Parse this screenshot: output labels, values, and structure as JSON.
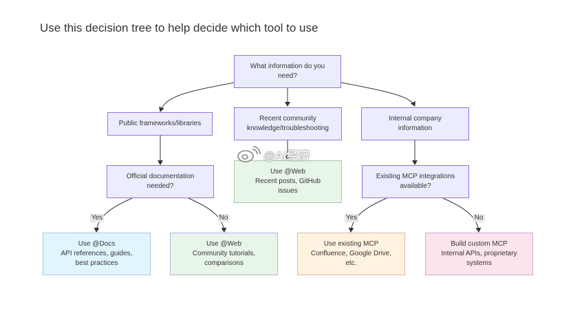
{
  "title": "Use this decision tree to help decide which tool to use",
  "nodes": {
    "root": [
      "What information do you",
      "need?"
    ],
    "public": [
      "Public frameworks/libraries"
    ],
    "recent": [
      "Recent community",
      "knowledge/troubleshooting"
    ],
    "internal": [
      "Internal company",
      "information"
    ],
    "official": [
      "Official documentation",
      "needed?"
    ],
    "web_recent": [
      "Use @Web",
      "Recent posts, GitHub",
      "issues"
    ],
    "mcp_exist": [
      "Existing MCP integrations",
      "available?"
    ],
    "docs": [
      "Use @Docs",
      "API references, guides,",
      "best practices"
    ],
    "web_comm": [
      "Use @Web",
      "Community tutorials,",
      "comparisons"
    ],
    "use_mcp": [
      "Use existing MCP",
      "Confluence, Google Drive,",
      "etc."
    ],
    "custom_mcp": [
      "Build custom MCP",
      "Internal APIs, proprietary",
      "systems"
    ]
  },
  "edge_labels": {
    "yes_left": "Yes",
    "no_left": "No",
    "yes_right": "Yes",
    "no_right": "No"
  },
  "watermark": {
    "text": "@AI经济",
    "icon": "weibo-icon"
  }
}
